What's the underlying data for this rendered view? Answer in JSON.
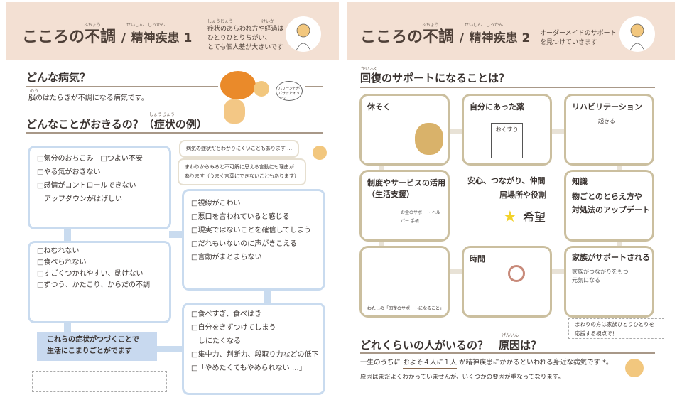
{
  "left": {
    "title": "こころの不調",
    "title_ruby": "ふちょう",
    "sep": "/",
    "subtitle": "精神疾患 1",
    "subtitle_ruby": "せいしん　しっかん",
    "header_note": [
      "症状のあらわれ方や経過は",
      "ひとりひとりちがい、",
      "とても個人差が大きいです"
    ],
    "header_ruby": [
      "しょうじょう",
      "けいか"
    ],
    "s1_heading": "どんな病気？",
    "s1_text": "脳のはたらきが不調になる病気です。",
    "s1_ruby": "のう",
    "s1_bubble": "バリーンとがパサッたイメージ",
    "s2_heading": "どんなことがおきるの？（症状の例）",
    "s2_ruby": "しょうじょう",
    "bubble1": "病気の症状だとわかりにくいこともあります …",
    "bubble2": [
      "まわりからみると不可解に思える言動にも理由が",
      "あります（うまく言葉にできないこともあります）"
    ],
    "box1": [
      "□気分のおちこみ　□つよい不安",
      "□やる気がおきない",
      "□感情がコントロールできない",
      "　アップダウンがはげしい"
    ],
    "box2": [
      "□視線がこわい",
      "□悪口を言われていると感じる",
      "□現実ではないことを確信してしまう",
      "□だれもいないのに声がきこえる",
      "□言動がまとまらない"
    ],
    "box3": [
      "□ねむれない",
      "□食べられない",
      "□すごくつかれやすい、動けない",
      "□ずつう、かたこり、からだの不調"
    ],
    "box4": [
      "□食べすぎ、食べはき",
      "□自分をきずつけてしまう",
      "　しにたくなる",
      "□集中力、判断力、段取り力などの低下",
      "□「やめたくてもやめられない …」"
    ],
    "callout": [
      "これらの症状がつづくことで",
      "生活にこまりごとがでます"
    ]
  },
  "right": {
    "title": "こころの不調",
    "title_ruby": "ふちょう",
    "sep": "/",
    "subtitle": "精神疾患 2",
    "subtitle_ruby": "せいしん　しっかん",
    "header_note": [
      "オーダーメイドのサポート",
      "を見つけていきます"
    ],
    "s1_heading": "回復のサポートになることは？",
    "s1_ruby": "かいふく",
    "cards": [
      {
        "title": "休そく"
      },
      {
        "title": "自分にあった薬",
        "drawing": "おくすり"
      },
      {
        "title": "リハビリテーション",
        "drawing": "起きる"
      },
      {
        "title": "制度やサービスの活用",
        "title2": "（生活支援）",
        "drawing": "お金のサポート ヘルパー 手帳"
      },
      {
        "title": "安心、つながり、仲間",
        "title2": "居場所や役割",
        "drawing": "希望"
      },
      {
        "title": "知識",
        "title2": "物ごとのとらえ方や",
        "title3": "対処法のアップデート"
      },
      {
        "caption": "わたしの「回復のサポートになること」"
      },
      {
        "title": "時間"
      },
      {
        "title": "家族がサポートされる",
        "text": [
          "家族がつながりをもつ",
          "元気になる"
        ]
      }
    ],
    "note": [
      "まわりの方は家族ひとりひとりを",
      "応援する視点で！"
    ],
    "s2_heading": "どれくらいの人がいるの？　原因は？",
    "s2_ruby": "げんいん",
    "s2_line1_pre": "一生のうちに",
    "s2_line1_em": "およそ４人に１人",
    "s2_line1_post": "が精神疾患にかかるといわれる身近な病気です *。",
    "s2_line2": "原因はまだよくわかっていませんが、いくつかの要因が重なってなります。"
  }
}
